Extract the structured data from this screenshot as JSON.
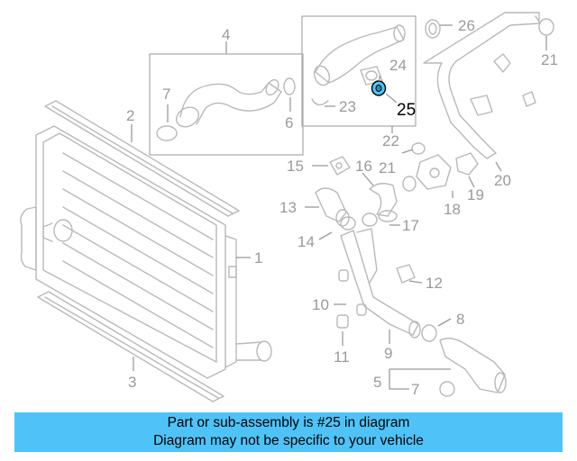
{
  "colors": {
    "part_line": "#b9b9b9",
    "highlight_part": "#4fc3f7",
    "banner_background": "#4fc3f7",
    "callout_text": "#9a9a9a",
    "highlight_text": "#000000"
  },
  "callouts": {
    "c1": "1",
    "c2": "2",
    "c3": "3",
    "c4": "4",
    "c5": "5",
    "c6": "6",
    "c7a": "7",
    "c7b": "7",
    "c8": "8",
    "c9": "9",
    "c10": "10",
    "c11": "11",
    "c12": "12",
    "c13": "13",
    "c14": "14",
    "c15": "15",
    "c16": "16",
    "c17": "17",
    "c18": "18",
    "c19": "19",
    "c20": "20",
    "c21a": "21",
    "c21b": "21",
    "c22": "22",
    "c23": "23",
    "c24": "24",
    "c25": "25",
    "c26": "26"
  },
  "banner": {
    "line1": "Part or sub-assembly is #25 in diagram",
    "line2": "Diagram may not be specific to your vehicle"
  }
}
